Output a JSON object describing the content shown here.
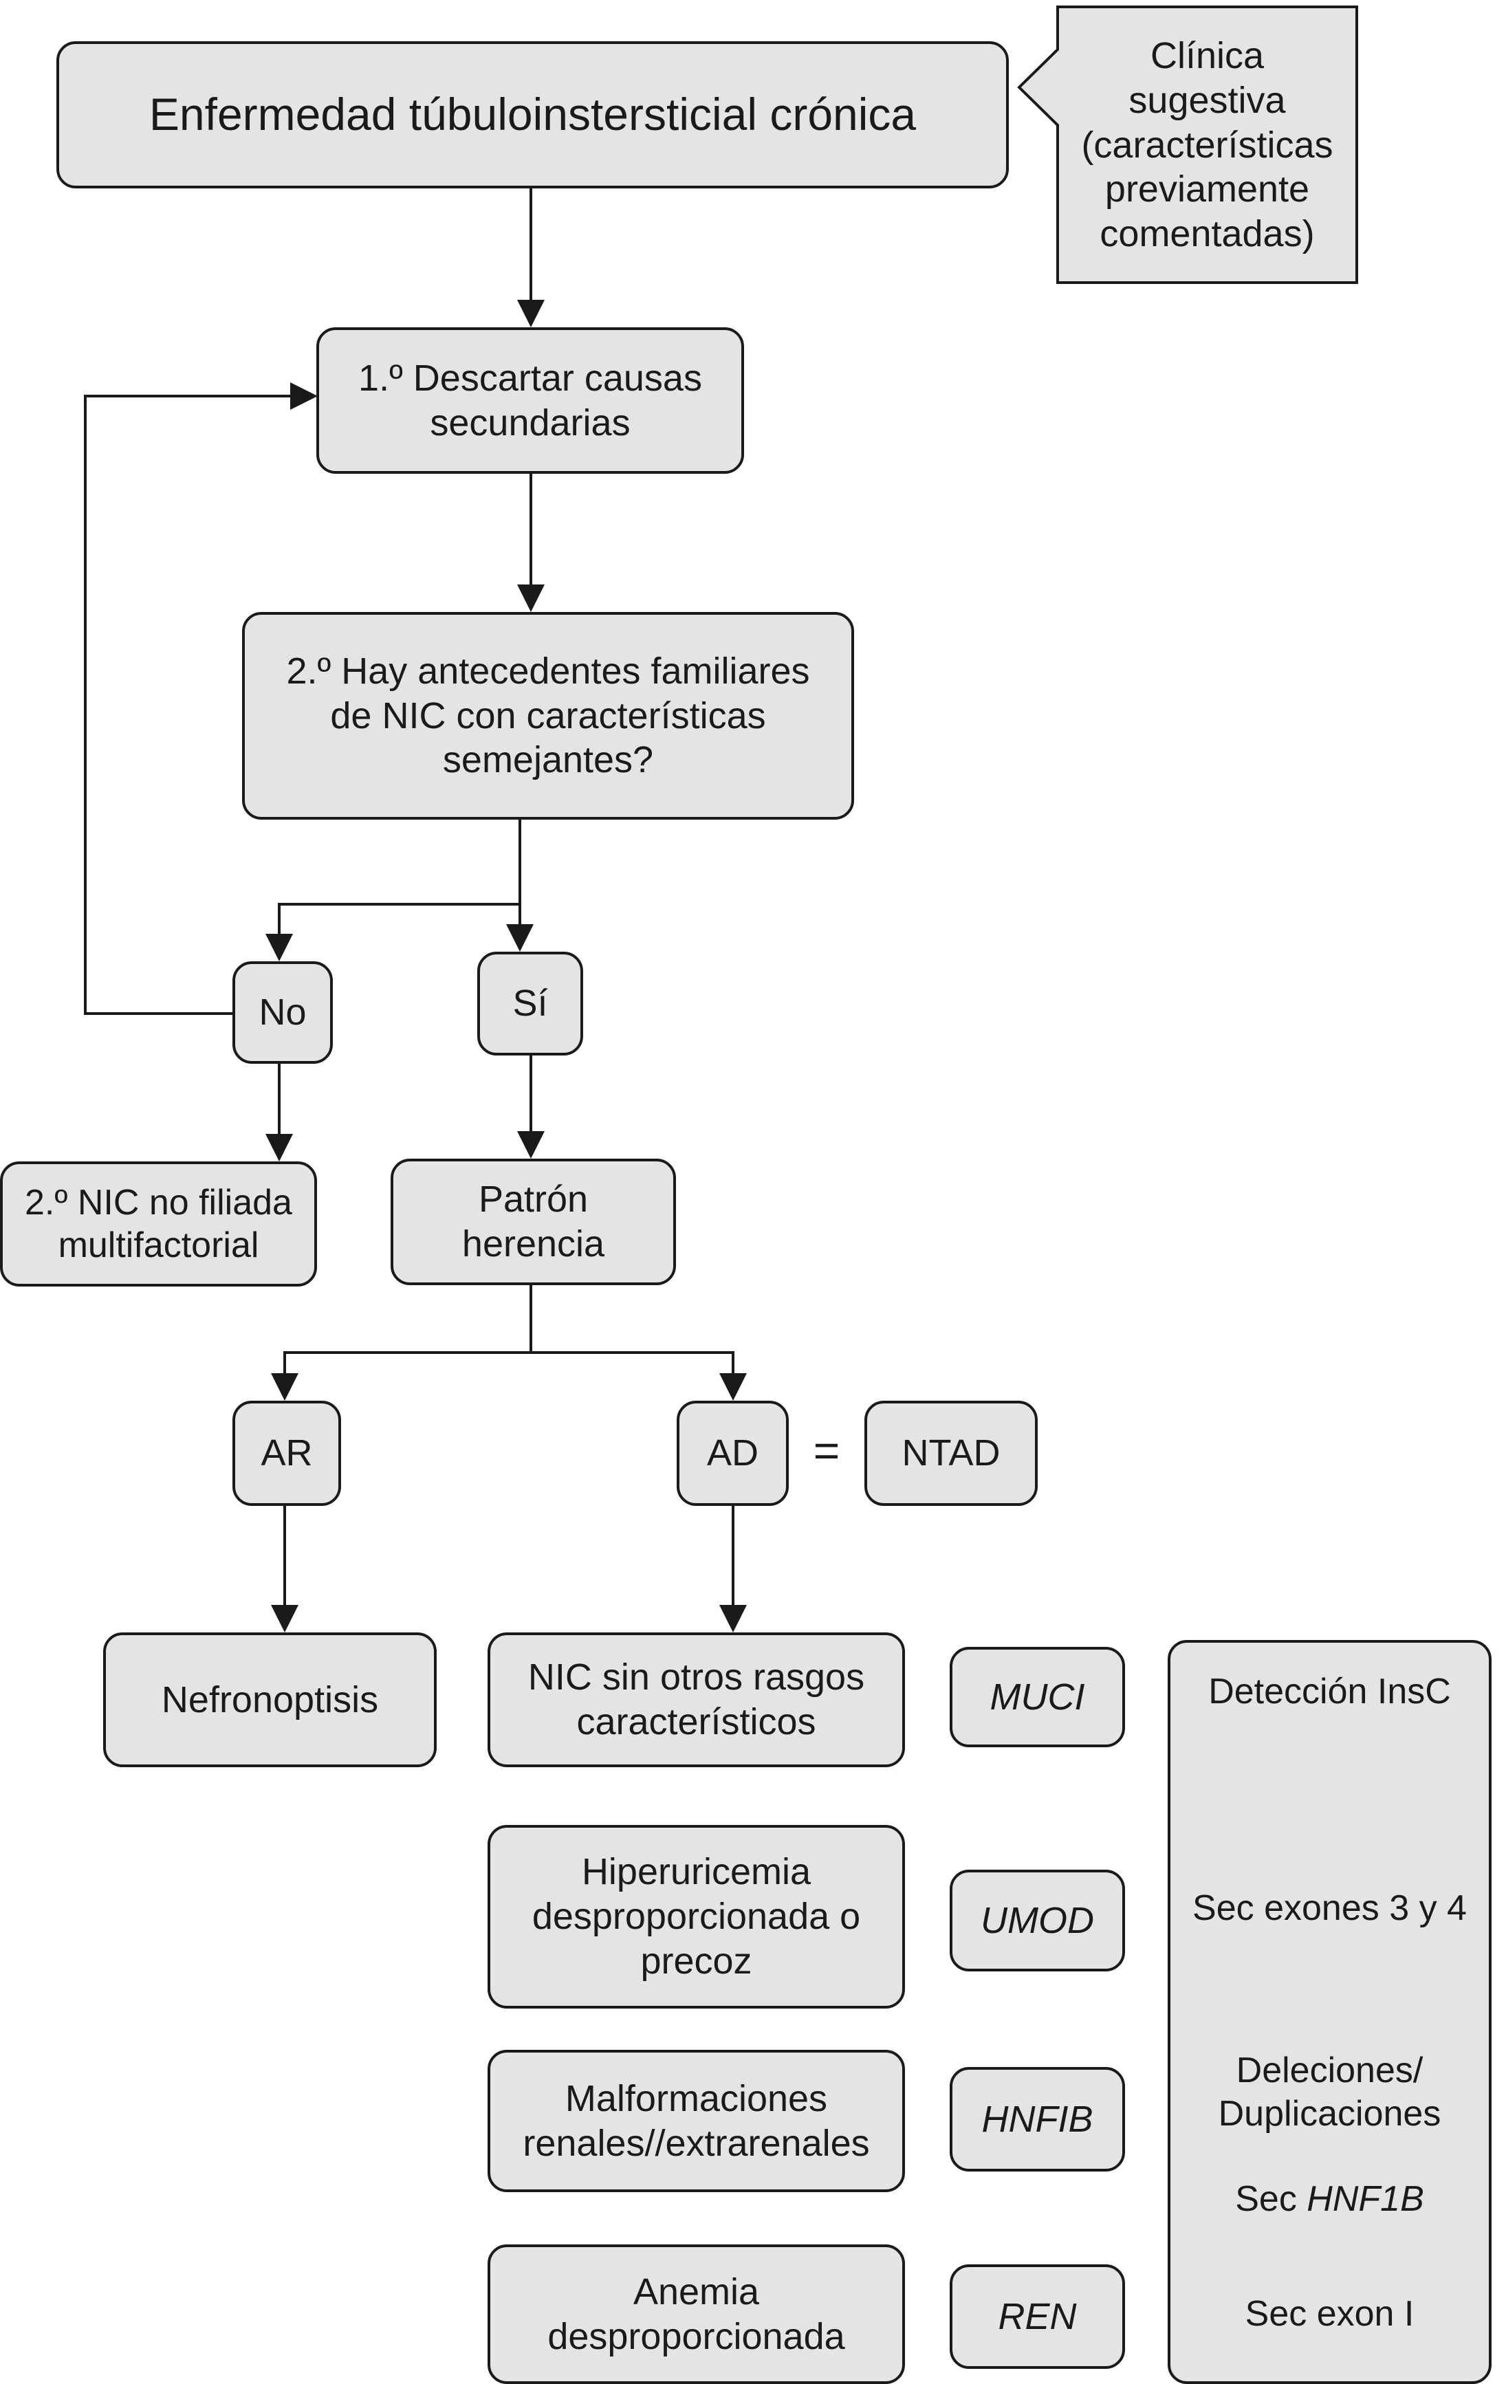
{
  "title_box": "Enfermedad túbuloinstersticial crónica",
  "callout": "Clínica\nsugestiva\n(características\npreviamente\ncomentadas)",
  "step1": "1.º Descartar causas\nsecundarias",
  "step2": "2.º Hay antecedentes familiares\nde NIC con características\nsemejantes?",
  "no": "No",
  "si": "Sí",
  "no_result": "2.º NIC no filiada\nmultifactorial",
  "patron": "Patrón\nherencia",
  "ar": "AR",
  "ad": "AD",
  "equals": "=",
  "ntad": "NTAD",
  "nefronoptisis": "Nefronoptisis",
  "phenotypes": [
    "NIC sin otros rasgos\ncaracterísticos",
    "Hiperuricemia\ndesproporcionada o\nprecoz",
    "Malformaciones\nrenales//extrarenales",
    "Anemia\ndesproporcionada"
  ],
  "genes": [
    "MUCI",
    "UMOD",
    "HNFIB",
    "REN"
  ],
  "tests": {
    "t1": "Detección InsC",
    "t2": "Sec exones 3 y 4",
    "t3_line1": "Deleciones/",
    "t3_line2": "Duplicaciones",
    "t3_line3_prefix": "Sec ",
    "t3_line3_gene": "HNF1B",
    "t4": "Sec exon I"
  }
}
